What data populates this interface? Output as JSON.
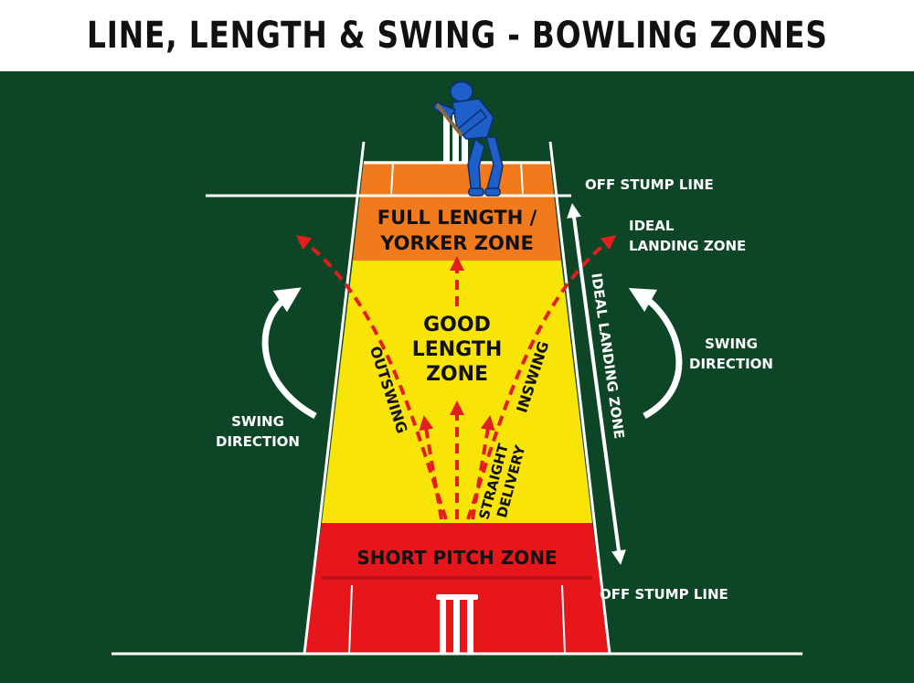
{
  "title": "LINE, LENGTH & SWING - BOWLING ZONES",
  "colors": {
    "field": "#0d4626",
    "full_zone": "#f07a1c",
    "good_zone": "#f8e406",
    "short_zone": "#e6161b",
    "arrow": "#e21e1e",
    "batsman": "#1f5fc9",
    "white": "#ffffff"
  },
  "zones": {
    "full": [
      "FULL LENGTH /",
      "YORKER ZONE"
    ],
    "good": [
      "GOOD",
      "LENGTH",
      "ZONE"
    ],
    "short": "SHORT PITCH ZONE"
  },
  "lines": {
    "off_stump_top": "OFF STUMP LINE",
    "off_stump_bottom": "OFF STUMP LINE"
  },
  "deliveries": {
    "outswing": "OUTSWING",
    "inswing": "INSWING",
    "straight": [
      "STRAIGHT",
      "DELIVERY"
    ]
  },
  "ideal_landing": {
    "corner": [
      "IDEAL",
      "LANDING ZONE"
    ],
    "vertical": "IDEAL LANDING ZONE"
  },
  "swing_direction": {
    "left": [
      "SWING",
      "DIRECTION"
    ],
    "right": [
      "SWING",
      "DIRECTION"
    ]
  },
  "icons": [
    "batsman-icon",
    "stumps-icon",
    "swing-arrow-icon",
    "dashed-arrow-icon"
  ]
}
